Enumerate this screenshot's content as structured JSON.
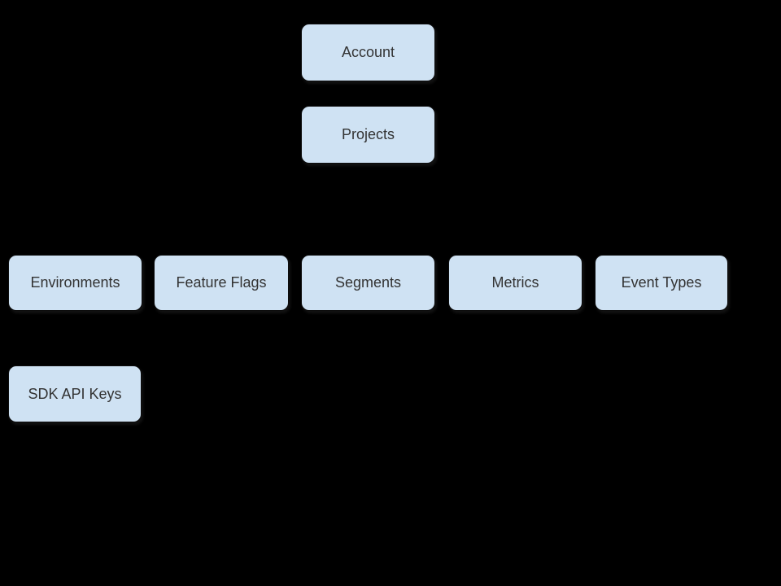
{
  "diagram": {
    "background_color": "#000000",
    "node_fill_color": "#cfe2f3",
    "node_text_color": "#333333",
    "nodes": {
      "account": {
        "label": "Account"
      },
      "projects": {
        "label": "Projects"
      },
      "environments": {
        "label": "Environments"
      },
      "feature_flags": {
        "label": "Feature Flags"
      },
      "segments": {
        "label": "Segments"
      },
      "metrics": {
        "label": "Metrics"
      },
      "event_types": {
        "label": "Event Types"
      },
      "sdk_api_keys": {
        "label": "SDK API Keys"
      }
    }
  }
}
